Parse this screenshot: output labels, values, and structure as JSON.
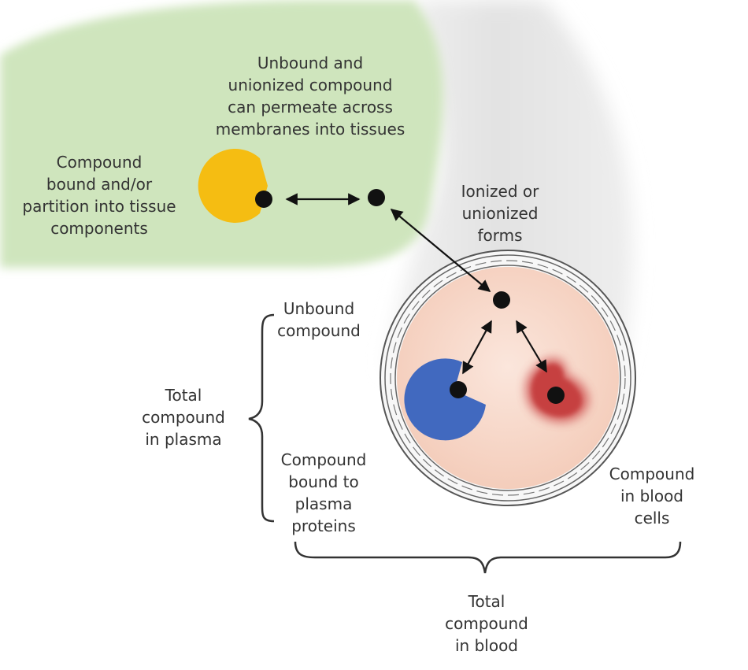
{
  "labels": {
    "unbound_unionized": "Unbound and\nunionized compound\ncan permeate across\nmembranes into tissues",
    "tissue_bound": "Compound\nbound and/or\npartition into tissue\ncomponents",
    "ionized_forms": "Ionized or\nunionized\nforms",
    "unbound_compound": "Unbound\ncompound",
    "total_plasma": "Total\ncompound\nin plasma",
    "bound_plasma_proteins": "Compound\nbound to\nplasma\nproteins",
    "blood_cells": "Compound\nin blood\ncells",
    "total_blood": "Total\ncompound\nin blood"
  },
  "colors": {
    "tissue_region": "#cfe5bd",
    "vessel": "#e4e4e4",
    "plasma": "#f6d4c4",
    "tissue_protein": "#f5bd12",
    "plasma_protein": "#4169bf",
    "blood_cell": "#cc4b4b",
    "compound_dot": "#111111",
    "text": "#333333"
  },
  "icons": [
    "tissue-protein-pacman-icon",
    "plasma-protein-pacman-icon",
    "blood-cell-icon",
    "compound-molecule-icon"
  ]
}
